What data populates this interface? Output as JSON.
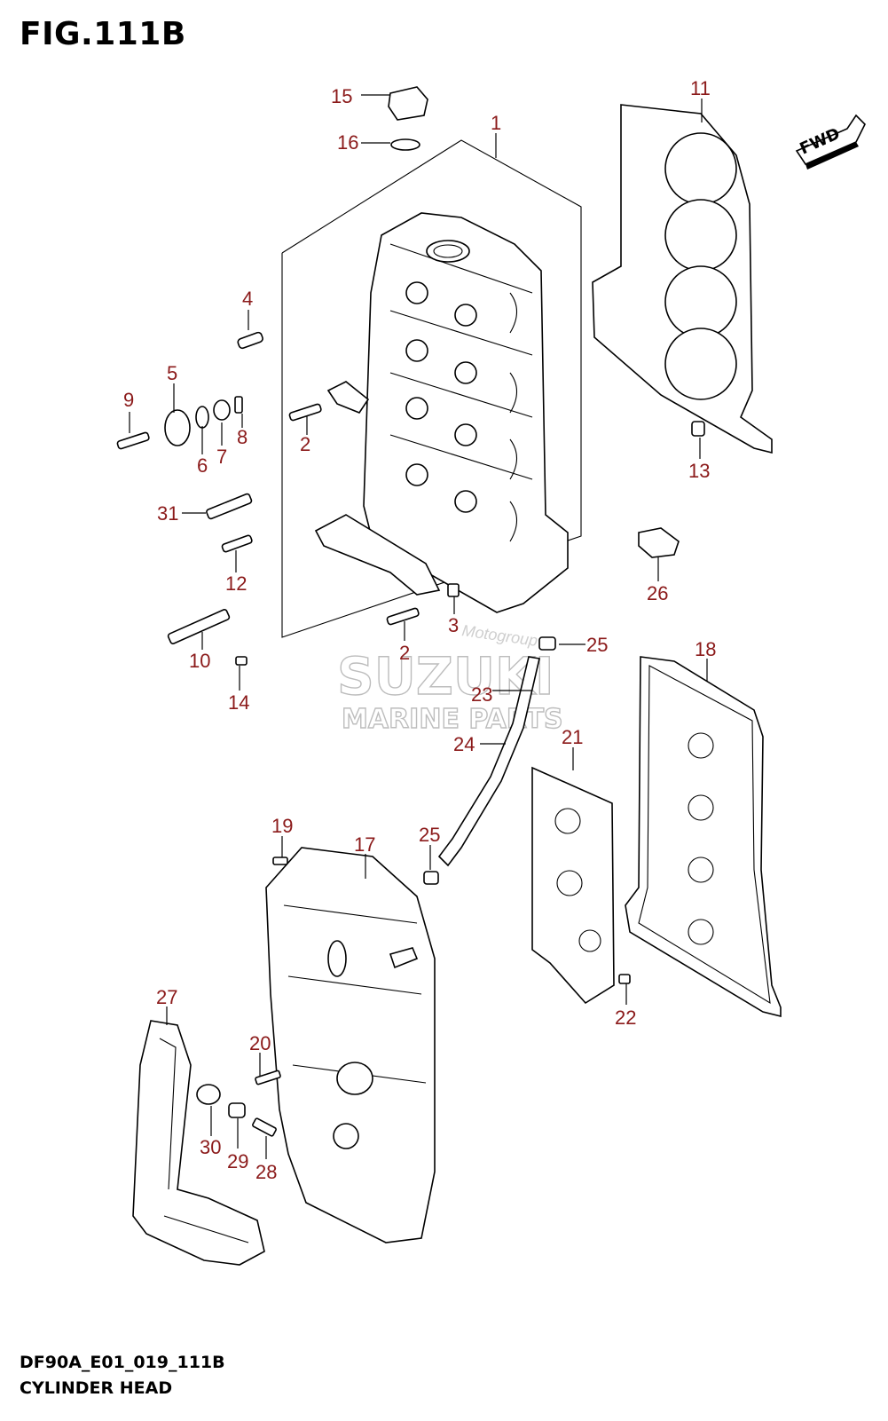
{
  "figure": {
    "title": "FIG.111B",
    "code": "DF90A_E01_019_111B",
    "subtitle": "CYLINDER HEAD"
  },
  "orientation_badge": "FWD",
  "watermark": {
    "brand": "SUZUKI",
    "line2": "MARINE PARTS",
    "handle": "Motogroup"
  },
  "callouts": {
    "c1": "1",
    "c2a": "2",
    "c2b": "2",
    "c3": "3",
    "c4": "4",
    "c5": "5",
    "c6": "6",
    "c7": "7",
    "c8": "8",
    "c9": "9",
    "c10": "10",
    "c11": "11",
    "c12": "12",
    "c13": "13",
    "c14": "14",
    "c15": "15",
    "c16": "16",
    "c17": "17",
    "c18": "18",
    "c19": "19",
    "c20": "20",
    "c21": "21",
    "c22": "22",
    "c23": "23",
    "c24": "24",
    "c25a": "25",
    "c25b": "25",
    "c26": "26",
    "c27": "27",
    "c28": "28",
    "c29": "29",
    "c30": "30",
    "c31": "31"
  },
  "colors": {
    "callout": "#8b1a1a",
    "line": "#000000",
    "watermark": "#bdbdbd"
  }
}
